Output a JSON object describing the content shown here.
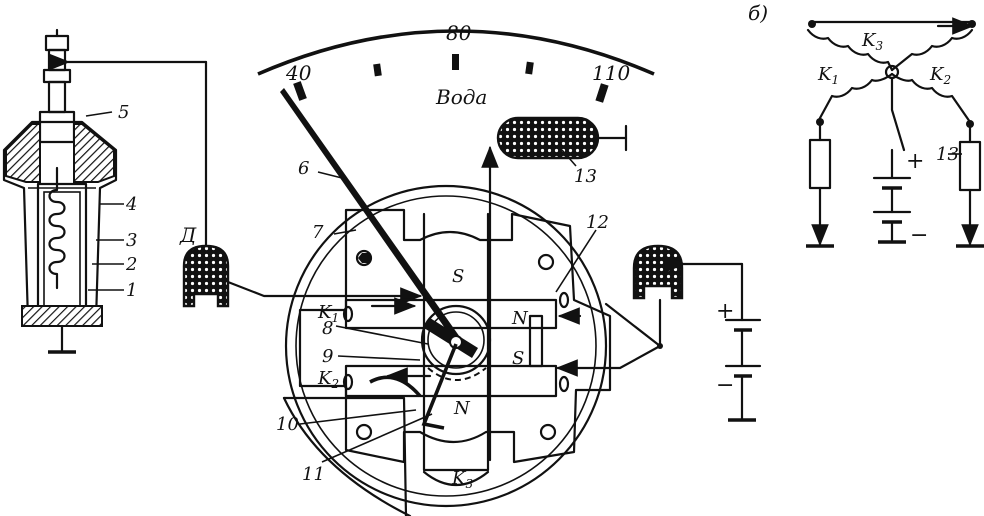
{
  "panel_b_label": "б)",
  "scale": {
    "ticks": [
      "40",
      "80",
      "110"
    ],
    "word": "Вода"
  },
  "callouts": {
    "sensor_numbers": [
      "5",
      "4",
      "3",
      "2",
      "1"
    ],
    "sensor_label": "Д",
    "gauge_numbers": [
      "6",
      "7",
      "8",
      "9",
      "10",
      "11",
      "12",
      "13"
    ]
  },
  "coil_labels": {
    "k1": "K",
    "k1_sub": "1",
    "k2": "K",
    "k2_sub": "2",
    "k3": "K",
    "k3_sub": "3"
  },
  "poles": {
    "s_top": "S",
    "n_right": "N",
    "s_right": "S",
    "n_bottom": "N"
  },
  "battery": {
    "plus": "+",
    "minus": "−"
  },
  "schematic": {
    "k3": "K",
    "k3_sub": "3",
    "k1": "K",
    "k1_sub": "1",
    "k2": "K",
    "k2_sub": "2",
    "plus": "+",
    "minus": "−",
    "resistor_label": "13"
  }
}
